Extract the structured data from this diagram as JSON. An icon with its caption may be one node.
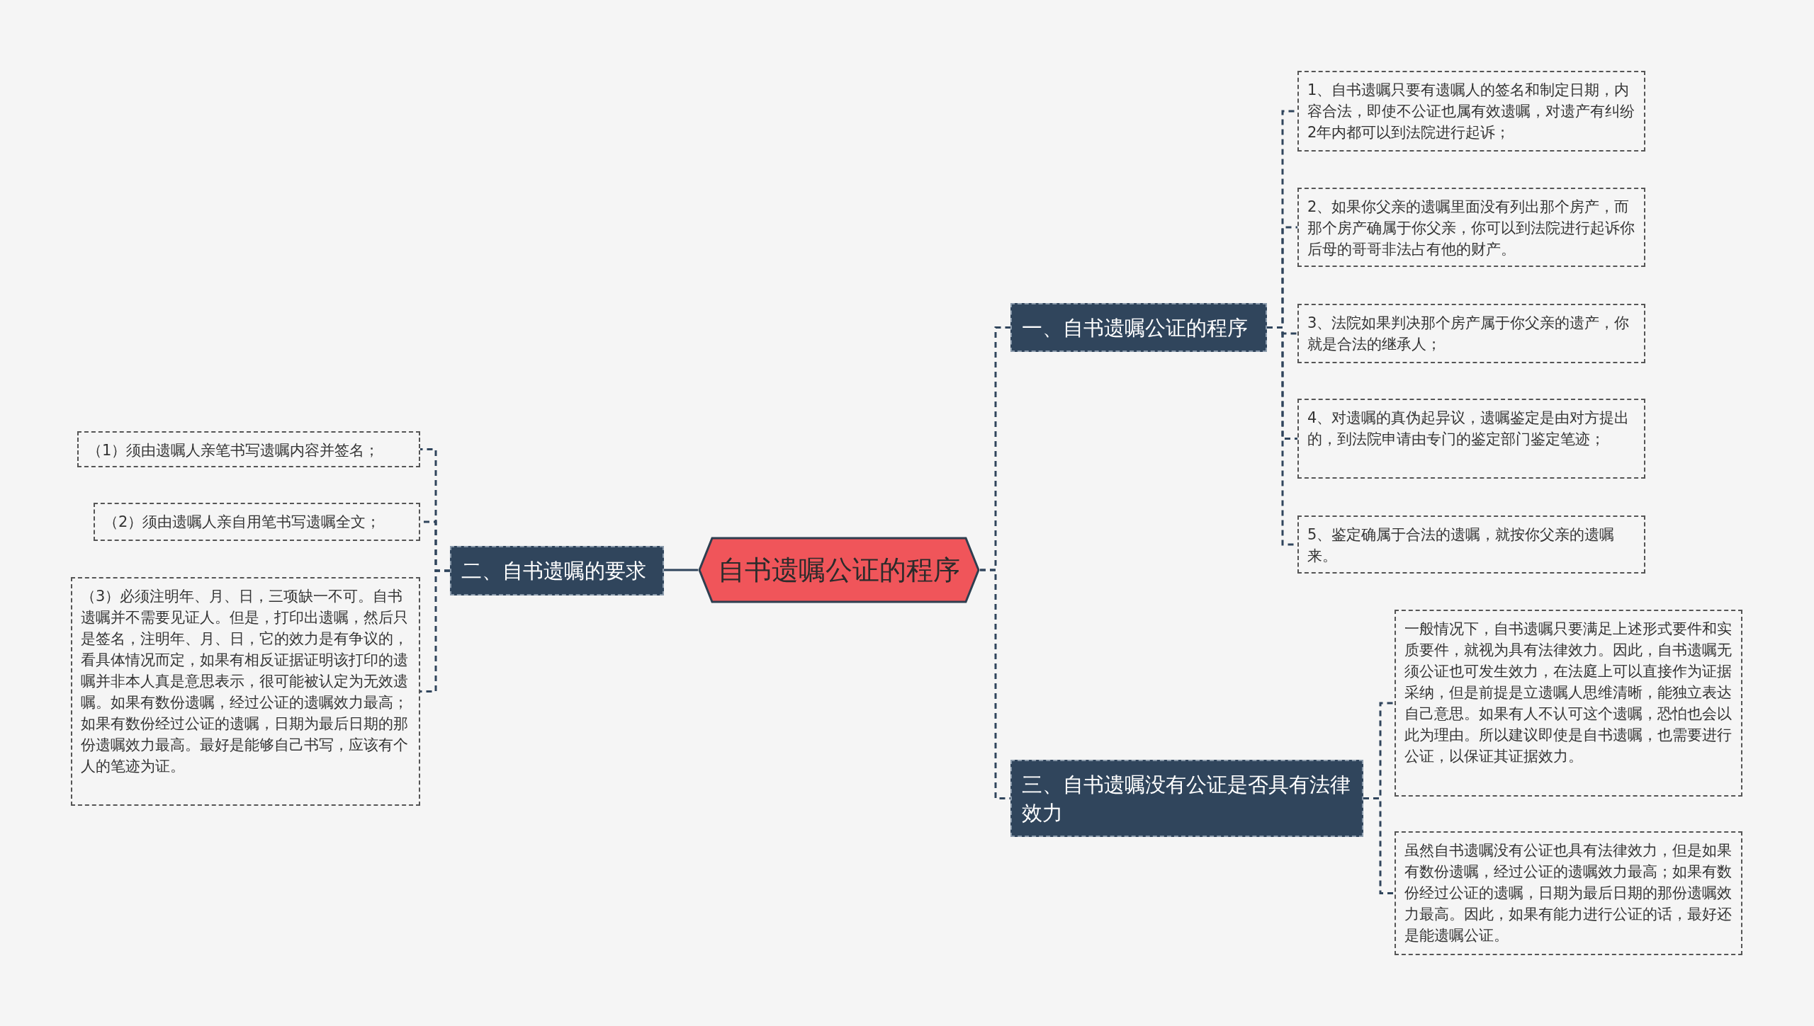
{
  "diagram": {
    "nodes": [
      {
        "text": [
          "自书遗嘱公证的程序"
        ]
      },
      {
        "text": [
          "一、自书遗嘱公证的程序"
        ]
      },
      {
        "text": [
          "1、自书遗嘱只要有遗嘱人的签名和制定日期，内容合法，即使不公证也属有效遗嘱，对遗产有纠纷2年内都可以到法院进行起诉；"
        ]
      },
      {
        "text": [
          "2、如果你父亲的遗嘱里面没有列出那个房产，而那个房产确属于你父亲，你可以到法院进行起诉你后母的哥哥非法占有他的财产。"
        ]
      },
      {
        "text": [
          "3、法院如果判决那个房产属于你父亲的遗产，你就是合法的继承人；"
        ]
      },
      {
        "text": [
          "4、对遗嘱的真伪起异议，遗嘱鉴定是由对方提出的，到法院申请由专门的鉴定部门鉴定笔迹；"
        ]
      },
      {
        "text": [
          "5、鉴定确属于合法的遗嘱，就按你父亲的遗嘱来。"
        ]
      },
      {
        "text": [
          "二、自书遗嘱的要求"
        ]
      },
      {
        "text": [
          "（1）须由遗嘱人亲笔书写遗嘱内容并签名；"
        ]
      },
      {
        "text": [
          "（2）须由遗嘱人亲自用笔书写遗嘱全文；"
        ]
      },
      {
        "text": [
          "（3）必须注明年、月、日，三项缺一不可。自书遗嘱并不需要见证人。但是，打印出遗嘱，然后只是签名，注明年、月、日，它的效力是有争议的，看具体情况而定，如果有相反证据证明该打印的遗嘱并非本人真是意思表示，很可能被认定为无效遗嘱。如果有数份遗嘱，经过公证的遗嘱效力最高；如果有数份经过公证的遗嘱，日期为最后日期的那份遗嘱效力最高。最好是能够自己书写，应该有个人的笔迹为证。"
        ]
      },
      {
        "text": [
          "三、自书遗嘱没有公证是否具有法律效力"
        ]
      },
      {
        "text": [
          "一般情况下，自书遗嘱只要满足上述形式要件和实质要件，就视为具有法律效力。因此，自书遗嘱无须公证也可发生效力，在法庭上可以直接作为证据采纳，但是前提是立遗嘱人思维清晰，能独立表达自己意思。如果有人不认可这个遗嘱，恐怕也会以此为理由。所以建议即使是自书遗嘱，也需要进行公证，以保证其证据效力。"
        ]
      },
      {
        "text": [
          "虽然自书遗嘱没有公证也具有法律效力，但是如果有数份遗嘱，经过公证的遗嘱效力最高；如果有数份经过公证的遗嘱，日期为最后日期的那份遗嘱效力最高。因此，如果有能力进行公证的话，最好还是能遗嘱公证。"
        ]
      }
    ],
    "edges": [
      {
        "from": 0,
        "to": 1,
        "arrow": "none",
        "style": "dashed"
      },
      {
        "from": 1,
        "to": 2,
        "arrow": "none",
        "style": "dashed"
      },
      {
        "from": 1,
        "to": 3,
        "arrow": "none",
        "style": "dashed"
      },
      {
        "from": 1,
        "to": 4,
        "arrow": "none",
        "style": "dashed"
      },
      {
        "from": 1,
        "to": 5,
        "arrow": "none",
        "style": "dashed"
      },
      {
        "from": 1,
        "to": 6,
        "arrow": "none",
        "style": "dashed"
      },
      {
        "from": 0,
        "to": 7,
        "arrow": "none"
      },
      {
        "from": 7,
        "to": 8,
        "arrow": "none",
        "style": "dashed"
      },
      {
        "from": 7,
        "to": 9,
        "arrow": "none",
        "style": "dashed"
      },
      {
        "from": 7,
        "to": 10,
        "arrow": "none",
        "style": "dashed"
      },
      {
        "from": 0,
        "to": 11,
        "arrow": "none",
        "style": "dashed"
      },
      {
        "from": 11,
        "to": 12,
        "arrow": "none",
        "style": "dashed"
      },
      {
        "from": 11,
        "to": 13,
        "arrow": "none",
        "style": "dashed"
      }
    ]
  }
}
